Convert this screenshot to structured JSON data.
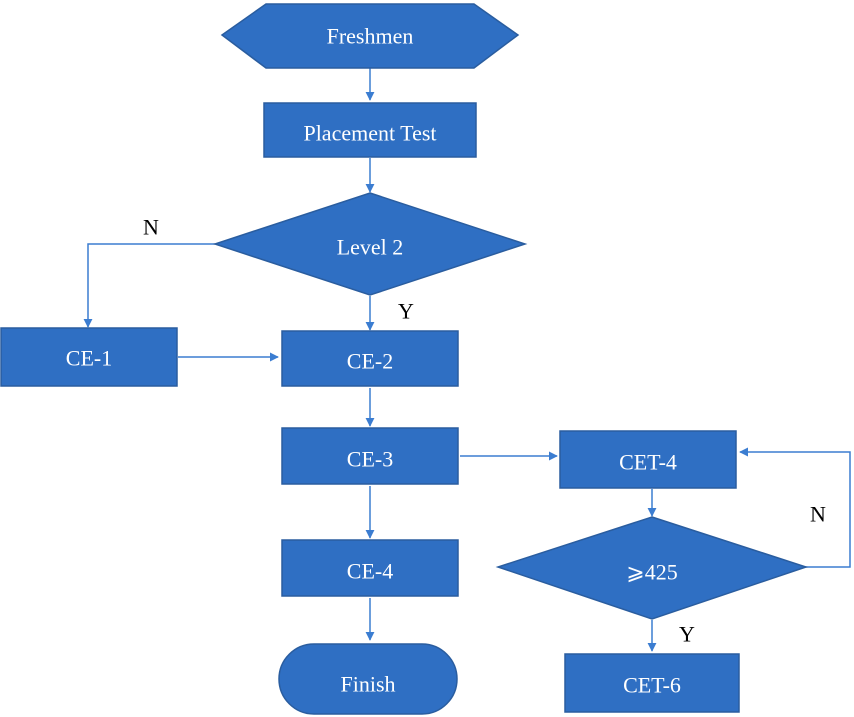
{
  "colors": {
    "node_fill": "#2f6fc3",
    "node_stroke": "#2a5d9f",
    "connector": "#3b7dd1",
    "label_text": "#000000",
    "node_text": "#ffffff"
  },
  "nodes": {
    "freshmen": {
      "label": "Freshmen",
      "shape": "hexagon"
    },
    "placement_test": {
      "label": "Placement Test",
      "shape": "rectangle"
    },
    "level2": {
      "label": "Level 2",
      "shape": "diamond"
    },
    "ce1": {
      "label": "CE-1",
      "shape": "rectangle"
    },
    "ce2": {
      "label": "CE-2",
      "shape": "rectangle"
    },
    "ce3": {
      "label": "CE-3",
      "shape": "rectangle"
    },
    "ce4": {
      "label": "CE-4",
      "shape": "rectangle"
    },
    "finish": {
      "label": "Finish",
      "shape": "terminator"
    },
    "cet4": {
      "label": "CET-4",
      "shape": "rectangle"
    },
    "score_check": {
      "label": "⩾425",
      "shape": "diamond"
    },
    "cet6": {
      "label": "CET-6",
      "shape": "rectangle"
    }
  },
  "edge_labels": {
    "level2_no": "N",
    "level2_yes": "Y",
    "score_no": "N",
    "score_yes": "Y"
  }
}
